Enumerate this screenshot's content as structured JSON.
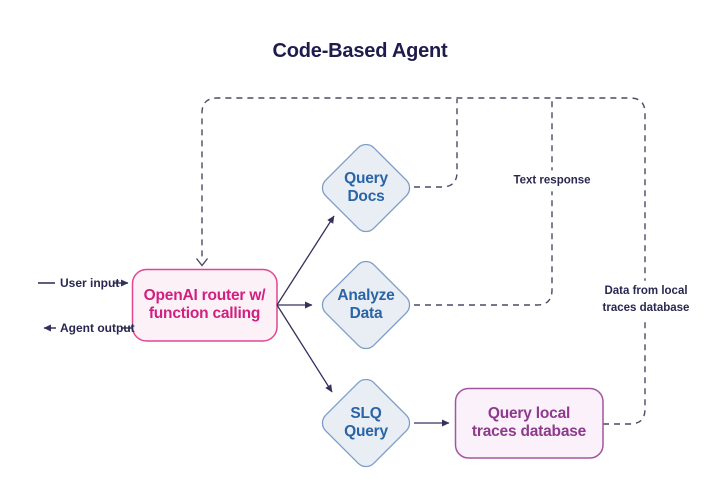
{
  "title": "Code-Based Agent",
  "nodes": {
    "router": {
      "lines": [
        "OpenAI router w/",
        "function calling"
      ]
    },
    "query_docs": {
      "lines": [
        "Query",
        "Docs"
      ]
    },
    "analyze_data": {
      "lines": [
        "Analyze",
        "Data"
      ]
    },
    "slq_query": {
      "lines": [
        "SLQ",
        "Query"
      ]
    },
    "query_db": {
      "lines": [
        "Query local",
        "traces database"
      ]
    }
  },
  "labels": {
    "user_input": "User input",
    "agent_output": "Agent output",
    "text_response": "Text response",
    "data_from_local": {
      "lines": [
        "Data from local",
        "traces database"
      ]
    }
  },
  "colors": {
    "title_navy": "#1f1b4d",
    "annotation_navy": "#2a2750",
    "solid_arrow": "#34315c",
    "dashed_line": "#4b4966",
    "router_border": "#e2468f",
    "router_fill": "#fdf1f8",
    "router_text": "#d11f7f",
    "diamond_border": "#7e9cc8",
    "diamond_fill": "#e9eef5",
    "diamond_text": "#2a64a5",
    "db_border": "#a3569e",
    "db_fill": "#faf1fa",
    "db_text": "#8d3a8d"
  }
}
